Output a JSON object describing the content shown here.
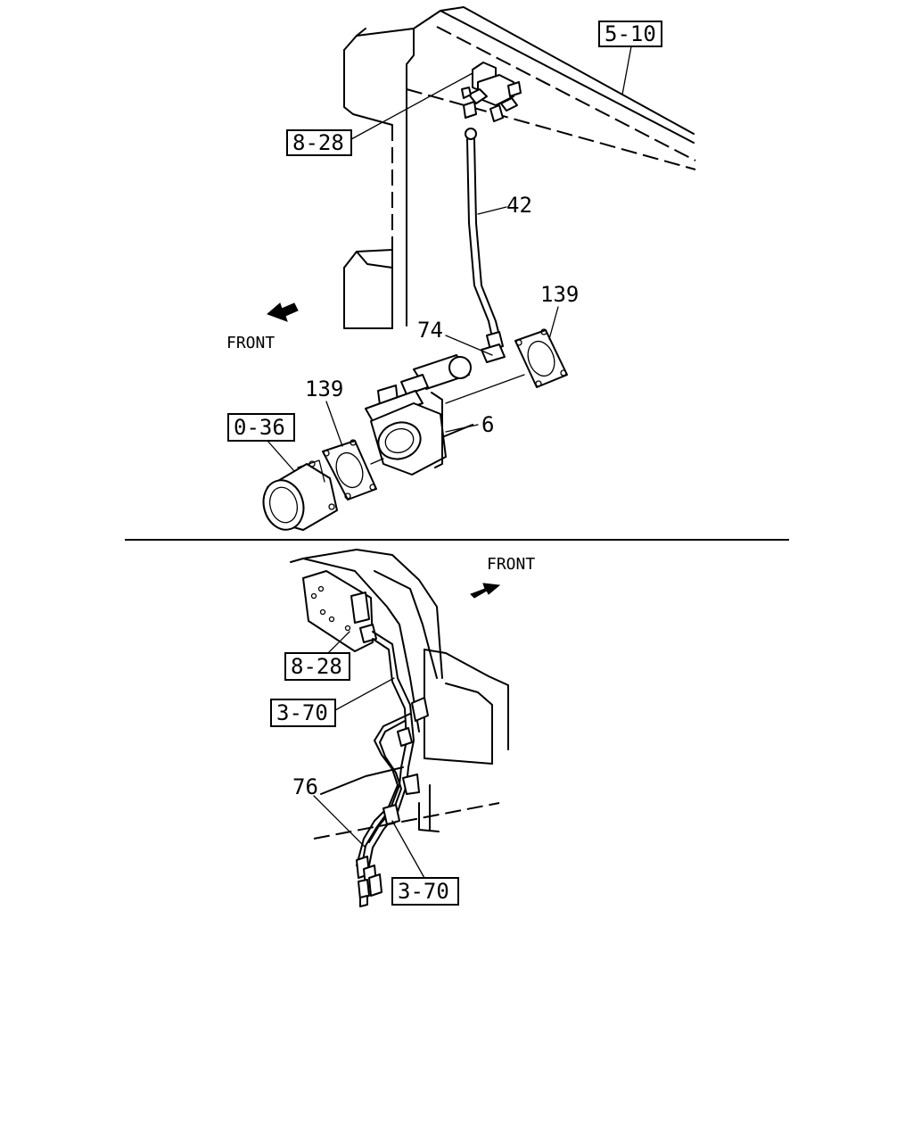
{
  "top_view": {
    "front_label": "FRONT",
    "callouts": {
      "ref_5_10": "5-10",
      "ref_8_28": "8-28",
      "ref_0_36": "0-36",
      "part_42": "42",
      "part_74": "74",
      "part_139_right": "139",
      "part_139_left": "139",
      "part_6": "6"
    }
  },
  "bottom_view": {
    "front_label": "FRONT",
    "callouts": {
      "ref_8_28": "8-28",
      "ref_3_70_upper": "3-70",
      "ref_3_70_lower": "3-70",
      "part_76": "76"
    }
  }
}
